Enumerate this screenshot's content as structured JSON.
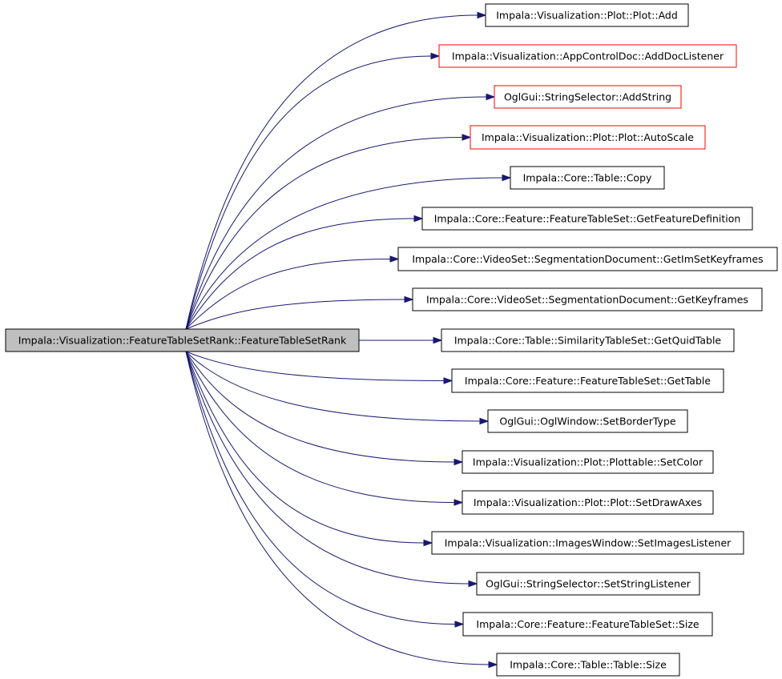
{
  "diagram": {
    "source": {
      "label": "Impala::Visualization::FeatureTableSetRank::FeatureTableSetRank"
    },
    "edge_color": "#191970",
    "source_fill": "#bfbfbf",
    "linked_border_color": "#ff0000",
    "callees": [
      {
        "label": "Impala::Visualization::Plot::Plot::Add",
        "border": "black"
      },
      {
        "label": "Impala::Visualization::AppControlDoc::AddDocListener",
        "border": "red"
      },
      {
        "label": "OglGui::StringSelector::AddString",
        "border": "red"
      },
      {
        "label": "Impala::Visualization::Plot::Plot::AutoScale",
        "border": "red"
      },
      {
        "label": "Impala::Core::Table::Copy",
        "border": "black"
      },
      {
        "label": "Impala::Core::Feature::FeatureTableSet::GetFeatureDefinition",
        "border": "black"
      },
      {
        "label": "Impala::Core::VideoSet::SegmentationDocument::GetImSetKeyframes",
        "border": "black"
      },
      {
        "label": "Impala::Core::VideoSet::SegmentationDocument::GetKeyframes",
        "border": "black"
      },
      {
        "label": "Impala::Core::Table::SimilarityTableSet::GetQuidTable",
        "border": "black"
      },
      {
        "label": "Impala::Core::Feature::FeatureTableSet::GetTable",
        "border": "black"
      },
      {
        "label": "OglGui::OglWindow::SetBorderType",
        "border": "black"
      },
      {
        "label": "Impala::Visualization::Plot::Plottable::SetColor",
        "border": "black"
      },
      {
        "label": "Impala::Visualization::Plot::Plot::SetDrawAxes",
        "border": "black"
      },
      {
        "label": "Impala::Visualization::ImagesWindow::SetImagesListener",
        "border": "black"
      },
      {
        "label": "OglGui::StringSelector::SetStringListener",
        "border": "black"
      },
      {
        "label": "Impala::Core::Feature::FeatureTableSet::Size",
        "border": "black"
      },
      {
        "label": "Impala::Core::Table::Table::Size",
        "border": "black"
      }
    ]
  }
}
